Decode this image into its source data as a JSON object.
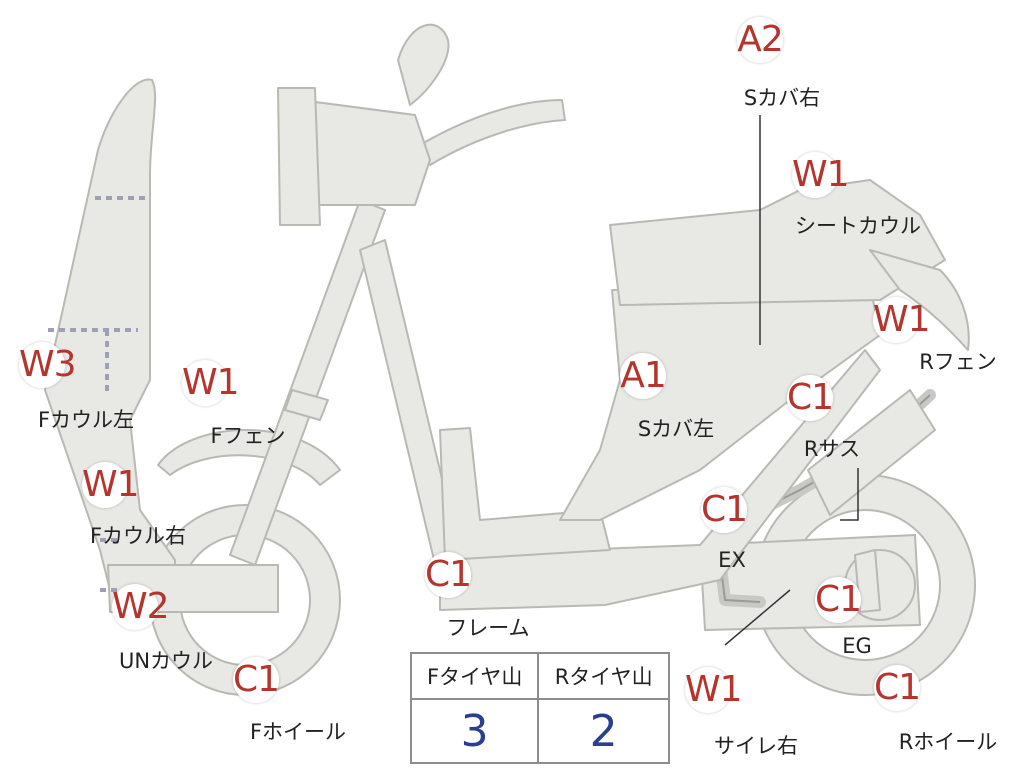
{
  "colors": {
    "part_fill": "#e8e8e4",
    "part_stroke": "#b9b9b4",
    "grade_text": "#b5352e",
    "label_text": "#222222",
    "table_value": "#2a3f8f"
  },
  "icons": {
    "grade_marker": "grade-badge-icon"
  },
  "parts": [
    {
      "id": "s-cover-right",
      "grade": "A2",
      "label": "Sカバ右"
    },
    {
      "id": "seat-cowl",
      "grade": "W1",
      "label": "シートカウル"
    },
    {
      "id": "r-fender",
      "grade": "W1",
      "label": "Rフェン"
    },
    {
      "id": "s-cover-left",
      "grade": "A1",
      "label": "Sカバ左"
    },
    {
      "id": "r-suspension",
      "grade": "C1",
      "label": "Rサス"
    },
    {
      "id": "f-cowl-left",
      "grade": "W3",
      "label": "Fカウル左"
    },
    {
      "id": "f-fender",
      "grade": "W1",
      "label": "Fフェン"
    },
    {
      "id": "f-cowl-right",
      "grade": "W1",
      "label": "Fカウル右"
    },
    {
      "id": "exhaust",
      "grade": "C1",
      "label": "EX"
    },
    {
      "id": "frame",
      "grade": "C1",
      "label": "フレーム"
    },
    {
      "id": "under-cowl",
      "grade": "W2",
      "label": "UNカウル"
    },
    {
      "id": "engine",
      "grade": "C1",
      "label": "EG"
    },
    {
      "id": "f-wheel",
      "grade": "C1",
      "label": "Fホイール"
    },
    {
      "id": "muffler-right",
      "grade": "W1",
      "label": "サイレ右"
    },
    {
      "id": "r-wheel",
      "grade": "C1",
      "label": "Rホイール"
    }
  ],
  "tread_table": {
    "front_label": "Fタイヤ山",
    "rear_label": "Rタイヤ山",
    "front_value": "3",
    "rear_value": "2"
  }
}
